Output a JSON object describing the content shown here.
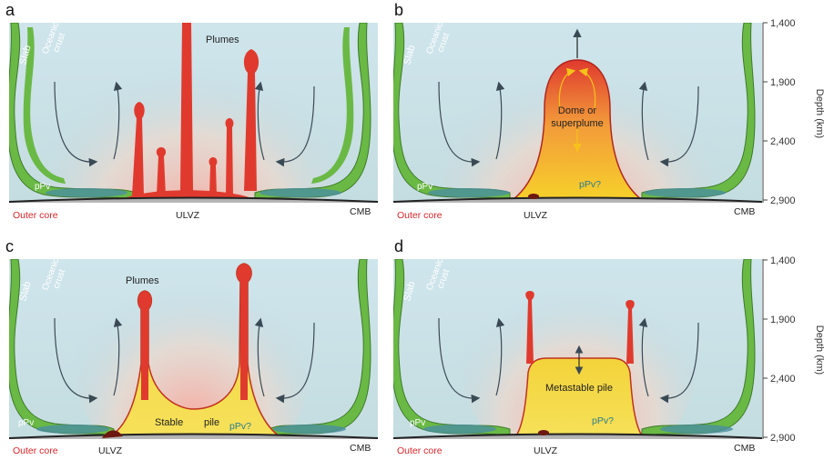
{
  "panels": [
    {
      "letter": "a",
      "type": "plumes",
      "labels": {
        "slab": "Slab",
        "crust": [
          "Oceanic",
          "crust"
        ],
        "ppv": "pPv",
        "outer_core": "Outer core",
        "ulvz": "ULVZ",
        "cmb": "CMB",
        "main": "Plumes"
      }
    },
    {
      "letter": "b",
      "type": "dome",
      "labels": {
        "slab": "Slab",
        "crust": [
          "Oceanic",
          "crust"
        ],
        "ppv": "pPv",
        "outer_core": "Outer core",
        "ulvz": "ULVZ",
        "cmb": "CMB",
        "main": [
          "Dome or",
          "superplume"
        ],
        "ppv_inner": "pPv?"
      }
    },
    {
      "letter": "c",
      "type": "stable",
      "labels": {
        "slab": "Slab",
        "crust": [
          "Oceanic",
          "crust"
        ],
        "ppv": "pPv",
        "outer_core": "Outer core",
        "ulvz": "ULVZ",
        "cmb": "CMB",
        "main": "Plumes",
        "pile": [
          "Stable",
          "pile"
        ],
        "ppv_inner": "pPv?"
      }
    },
    {
      "letter": "d",
      "type": "metastable",
      "labels": {
        "slab": "Slab",
        "crust": [
          "Oceanic",
          "crust"
        ],
        "ppv": "pPv",
        "outer_core": "Outer core",
        "ulvz": "ULVZ",
        "cmb": "CMB",
        "pile": "Metastable pile",
        "ppv_inner": "pPv?"
      }
    }
  ],
  "depth_axis": {
    "label": "Depth (km)",
    "ticks": [
      "1,400",
      "1,900",
      "2,400",
      "2,900"
    ]
  },
  "colors": {
    "plume": "#e03a2e",
    "slab": "#6ab945",
    "pile": "#f7cf2a",
    "ulvz": "#6b1810",
    "mantle_blue": "#bcd9e6",
    "mantle_red": "#f4a9a0",
    "core": "#c8c8c8"
  }
}
